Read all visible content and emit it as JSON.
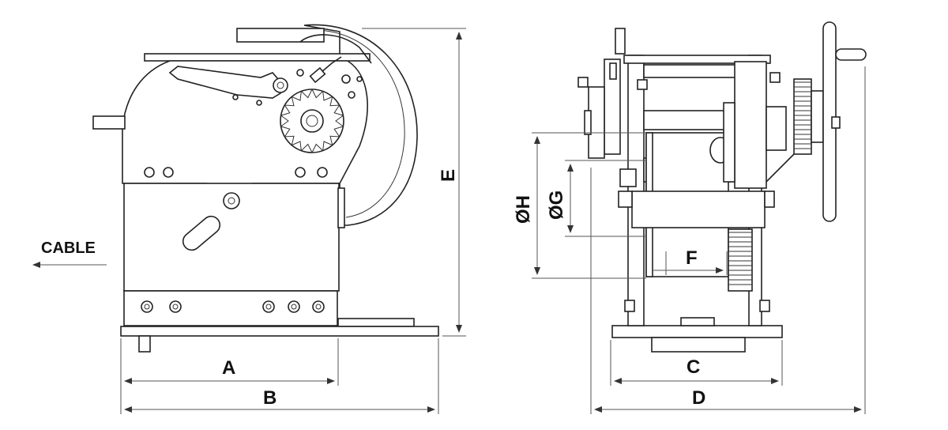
{
  "labels": {
    "cable": "CABLE",
    "A": "A",
    "B": "B",
    "C": "C",
    "D": "D",
    "E": "E",
    "F": "F",
    "G": "ØG",
    "H": "ØH"
  }
}
